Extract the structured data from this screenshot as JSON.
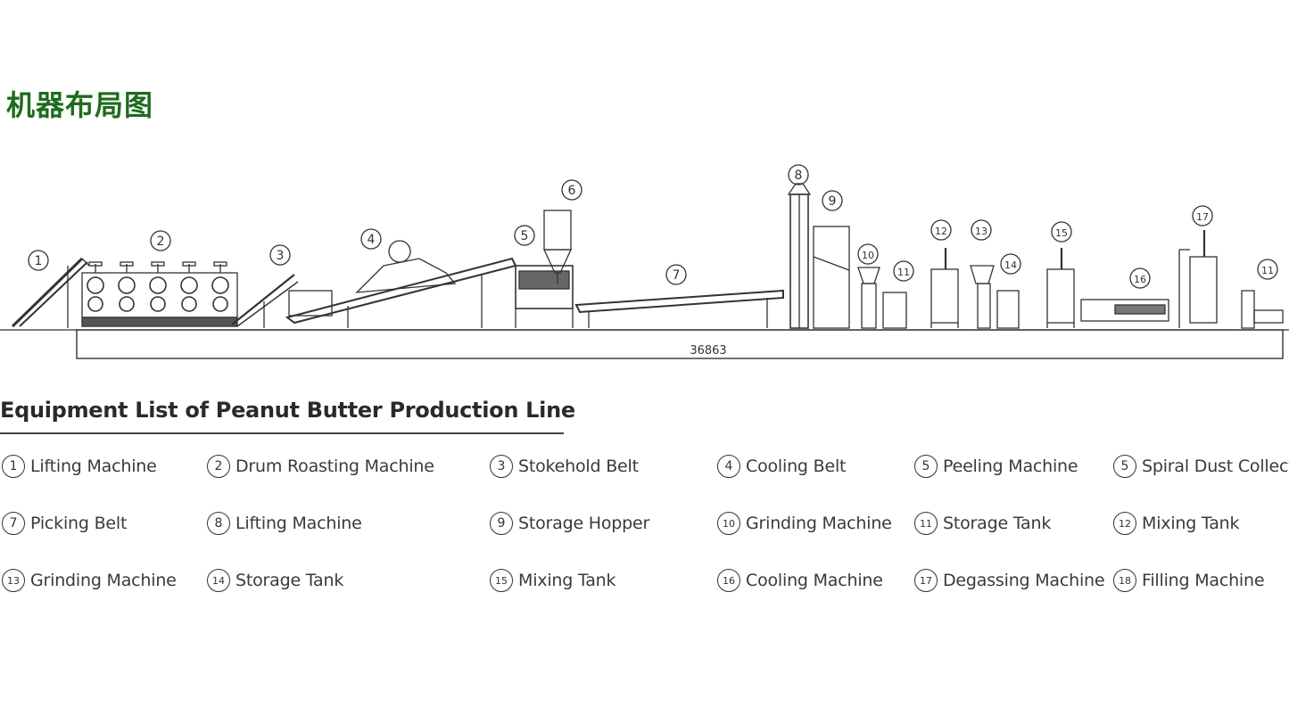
{
  "page": {
    "title": "机器布局图"
  },
  "diagram": {
    "dimension": "36863",
    "callouts": [
      "1",
      "2",
      "3",
      "4",
      "5",
      "6",
      "7",
      "8",
      "9",
      "10",
      "11",
      "12",
      "13",
      "15",
      "14",
      "16",
      "17",
      "11"
    ]
  },
  "equipment_list": {
    "heading": "Equipment List of Peanut Butter Production Line",
    "items": [
      {
        "num": "1",
        "label": "Lifting Machine"
      },
      {
        "num": "2",
        "label": "Drum Roasting Machine"
      },
      {
        "num": "3",
        "label": "Stokehold Belt"
      },
      {
        "num": "4",
        "label": "Cooling Belt"
      },
      {
        "num": "5",
        "label": "Peeling Machine"
      },
      {
        "num": "5",
        "label": "Spiral Dust Collector"
      },
      {
        "num": "7",
        "label": "Picking Belt"
      },
      {
        "num": "8",
        "label": "Lifting Machine"
      },
      {
        "num": "9",
        "label": "Storage Hopper"
      },
      {
        "num": "10",
        "label": "Grinding Machine"
      },
      {
        "num": "11",
        "label": "Storage Tank"
      },
      {
        "num": "12",
        "label": "Mixing Tank"
      },
      {
        "num": "13",
        "label": "Grinding Machine"
      },
      {
        "num": "14",
        "label": "Storage Tank"
      },
      {
        "num": "15",
        "label": "Mixing Tank"
      },
      {
        "num": "16",
        "label": "Cooling Machine"
      },
      {
        "num": "17",
        "label": "Degassing Machine"
      },
      {
        "num": "18",
        "label": "Filling Machine"
      }
    ]
  }
}
